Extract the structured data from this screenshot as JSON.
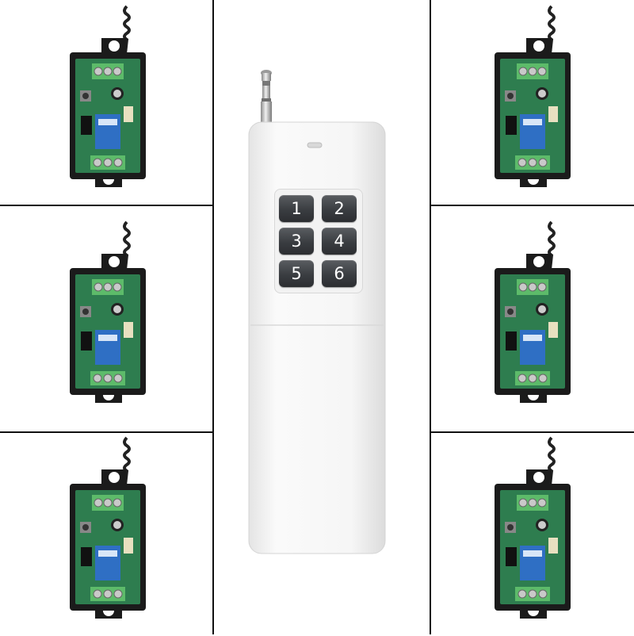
{
  "remote": {
    "buttons": [
      {
        "label": "1"
      },
      {
        "label": "2"
      },
      {
        "label": "3"
      },
      {
        "label": "4"
      },
      {
        "label": "5"
      },
      {
        "label": "6"
      }
    ]
  },
  "modules": {
    "count": 6,
    "board_color": "#2e7d4f",
    "relay_color": "#2f6fc4",
    "terminal_color": "#5dbb6a",
    "case_color": "#1b1b1b"
  },
  "colors": {
    "remote_body": "#f4f4f4",
    "button": "#3a3d41",
    "grid_line": "#111111",
    "background": "#ffffff"
  }
}
